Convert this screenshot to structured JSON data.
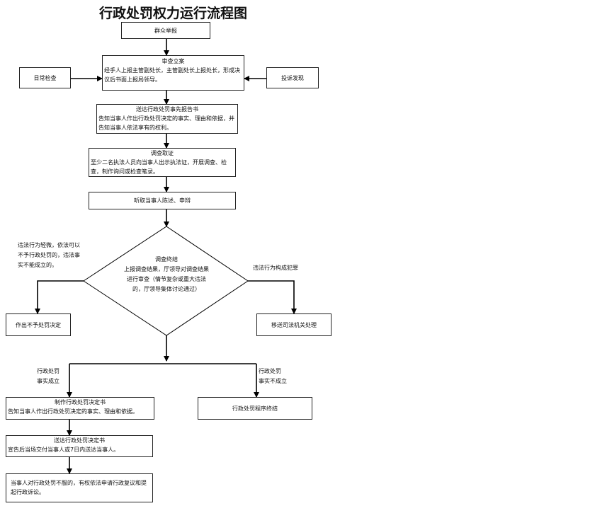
{
  "title": "行政处罚权力运行流程图",
  "nodes": {
    "report": "群众举报",
    "approve_head": "审查立案",
    "approve_body": "经手人上报主管副处长，主管副处长上报处长，形成决议后书面上报局领导。",
    "daily": "日常检查",
    "complaint": "投诉发现",
    "notify_head": "送达行政处罚事先报告书",
    "notify_body": "告知当事人作出行政处罚决定的事实、理由和依据，并告知当事人依法享有的权利。",
    "investigate_head": "调查取证",
    "investigate_body": "至少二名执法人员向当事人出示执法证，开展调查、检查，制作询问或检查笔录。",
    "hear": "听取当事人陈述、申辩",
    "review_head": "调查终结",
    "review_body": "上报调查结果，厅领导对调查结果进行审查（情节复杂或重大违法的，厅领导集体讨论通过）",
    "no_penalty": "作出不予处罚决定",
    "transfer": "移送司法机关处理",
    "decision_head": "制作行政处罚决定书",
    "decision_body": "告知当事人作出行政处罚决定的事实、理由和依据。",
    "terminate": "行政处罚程序终结",
    "deliver_head": "送达行政处罚决定书",
    "deliver_body": "宣告后当场交付当事人或7日内送达当事人。",
    "appeal": "当事人对行政处罚不服的，有权依法申请行政复议和提起行政诉讼。"
  },
  "labels": {
    "minor": "违法行为轻微，依法可以\n不予行政处罚的，违法事\n实不能成立的。",
    "crime": "违法行为构成犯罪",
    "fact_yes": "行政处罚\n事实成立",
    "fact_no": "行政处罚\n事实不成立"
  }
}
